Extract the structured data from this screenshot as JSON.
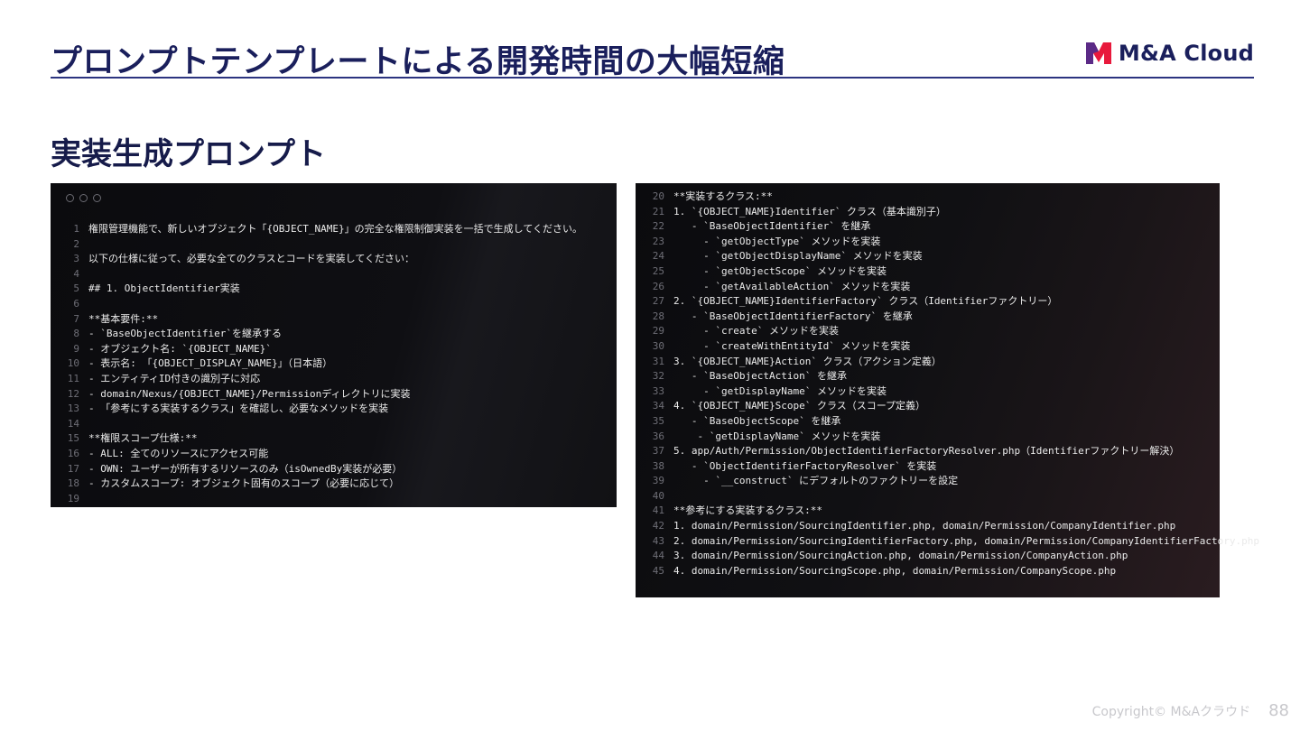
{
  "header": {
    "title": "プロンプトテンプレートによる開発時間の大幅短縮",
    "logo_text": "M&A Cloud",
    "colors": {
      "brand_navy": "#1a1f5c",
      "logo_red": "#e8193c",
      "logo_purple": "#5b2a86"
    }
  },
  "section": {
    "title": "実装生成プロンプト"
  },
  "left_code": {
    "lines": [
      {
        "n": "1",
        "t": "権限管理機能で、新しいオブジェクト「{OBJECT_NAME}」の完全な権限制御実装を一括で生成してください。"
      },
      {
        "n": "2",
        "t": ""
      },
      {
        "n": "3",
        "t": "以下の仕様に従って、必要な全てのクラスとコードを実装してください："
      },
      {
        "n": "4",
        "t": ""
      },
      {
        "n": "5",
        "t": "## 1. ObjectIdentifier実装"
      },
      {
        "n": "6",
        "t": ""
      },
      {
        "n": "7",
        "t": "**基本要件:**"
      },
      {
        "n": "8",
        "t": "- `BaseObjectIdentifier`を継承する"
      },
      {
        "n": "9",
        "t": "- オブジェクト名: `{OBJECT_NAME}`"
      },
      {
        "n": "10",
        "t": "- 表示名: 「{OBJECT_DISPLAY_NAME}」（日本語）"
      },
      {
        "n": "11",
        "t": "- エンティティID付きの識別子に対応"
      },
      {
        "n": "12",
        "t": "- domain/Nexus/{OBJECT_NAME}/Permissionディレクトリに実装"
      },
      {
        "n": "13",
        "t": "- 「参考にする実装するクラス」を確認し、必要なメソッドを実装"
      },
      {
        "n": "14",
        "t": ""
      },
      {
        "n": "15",
        "t": "**権限スコープ仕様:**"
      },
      {
        "n": "16",
        "t": "- ALL: 全てのリソースにアクセス可能"
      },
      {
        "n": "17",
        "t": "- OWN: ユーザーが所有するリソースのみ（isOwnedBy実装が必要）"
      },
      {
        "n": "18",
        "t": "- カスタムスコープ: オブジェクト固有のスコープ（必要に応じて）"
      },
      {
        "n": "19",
        "t": ""
      }
    ]
  },
  "right_code": {
    "lines": [
      {
        "n": "20",
        "t": "**実装するクラス:**"
      },
      {
        "n": "21",
        "t": "1. `{OBJECT_NAME}Identifier` クラス（基本識別子）"
      },
      {
        "n": "22",
        "t": "   - `BaseObjectIdentifier` を継承"
      },
      {
        "n": "23",
        "t": "     - `getObjectType` メソッドを実装"
      },
      {
        "n": "24",
        "t": "     - `getObjectDisplayName` メソッドを実装"
      },
      {
        "n": "25",
        "t": "     - `getObjectScope` メソッドを実装"
      },
      {
        "n": "26",
        "t": "     - `getAvailableAction` メソッドを実装"
      },
      {
        "n": "27",
        "t": "2. `{OBJECT_NAME}IdentifierFactory` クラス（Identifierファクトリー）"
      },
      {
        "n": "28",
        "t": "   - `BaseObjectIdentifierFactory` を継承"
      },
      {
        "n": "29",
        "t": "     - `create` メソッドを実装"
      },
      {
        "n": "30",
        "t": "     - `createWithEntityId` メソッドを実装"
      },
      {
        "n": "31",
        "t": "3. `{OBJECT_NAME}Action` クラス（アクション定義）"
      },
      {
        "n": "32",
        "t": "   - `BaseObjectAction` を継承"
      },
      {
        "n": "33",
        "t": "     - `getDisplayName` メソッドを実装"
      },
      {
        "n": "34",
        "t": "4. `{OBJECT_NAME}Scope` クラス（スコープ定義）"
      },
      {
        "n": "35",
        "t": "   - `BaseObjectScope` を継承"
      },
      {
        "n": "36",
        "t": "    - `getDisplayName` メソッドを実装"
      },
      {
        "n": "37",
        "t": "5. app/Auth/Permission/ObjectIdentifierFactoryResolver.php（Identifierファクトリー解決）"
      },
      {
        "n": "38",
        "t": "   - `ObjectIdentifierFactoryResolver` を実装"
      },
      {
        "n": "39",
        "t": "     - `__construct` にデフォルトのファクトリーを設定"
      },
      {
        "n": "40",
        "t": ""
      },
      {
        "n": "41",
        "t": "**参考にする実装するクラス:**"
      },
      {
        "n": "42",
        "t": "1. domain/Permission/SourcingIdentifier.php, domain/Permission/CompanyIdentifier.php"
      },
      {
        "n": "43",
        "t": "2. domain/Permission/SourcingIdentifierFactory.php, domain/Permission/CompanyIdentifierFactory.php"
      },
      {
        "n": "44",
        "t": "3. domain/Permission/SourcingAction.php, domain/Permission/CompanyAction.php"
      },
      {
        "n": "45",
        "t": "4. domain/Permission/SourcingScope.php, domain/Permission/CompanyScope.php"
      }
    ]
  },
  "footer": {
    "copyright": "Copyright© M&Aクラウド",
    "page_number": "88"
  }
}
